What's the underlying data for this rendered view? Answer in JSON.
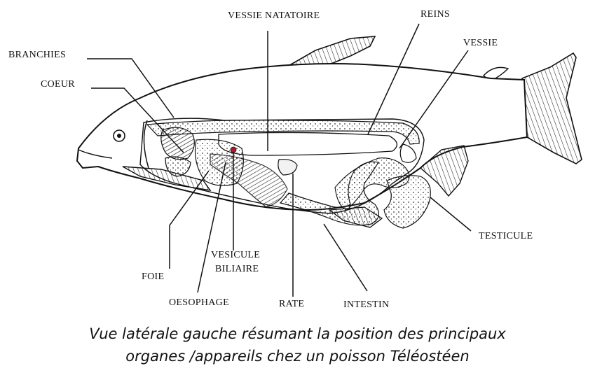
{
  "labels": {
    "branchies": "BRANCHIES",
    "coeur": "COEUR",
    "vessie_natatoire": "VESSIE NATATOIRE",
    "reins": "REINS",
    "vessie": "VESSIE",
    "testicule": "TESTICULE",
    "foie": "FOIE",
    "oesophage": "OESOPHAGE",
    "vesicule_line1": "VESICULE",
    "vesicule_line2": "BILIAIRE",
    "rate": "RATE",
    "intestin": "INTESTIN"
  },
  "caption": {
    "line1": "Vue latérale gauche résumant la position des principaux",
    "line2": "organes /appareils chez un poisson Téléostéen"
  },
  "colors": {
    "ink": "#111111",
    "organ_fill": "#f2f2f2",
    "blood_mark": "#b0182a"
  }
}
